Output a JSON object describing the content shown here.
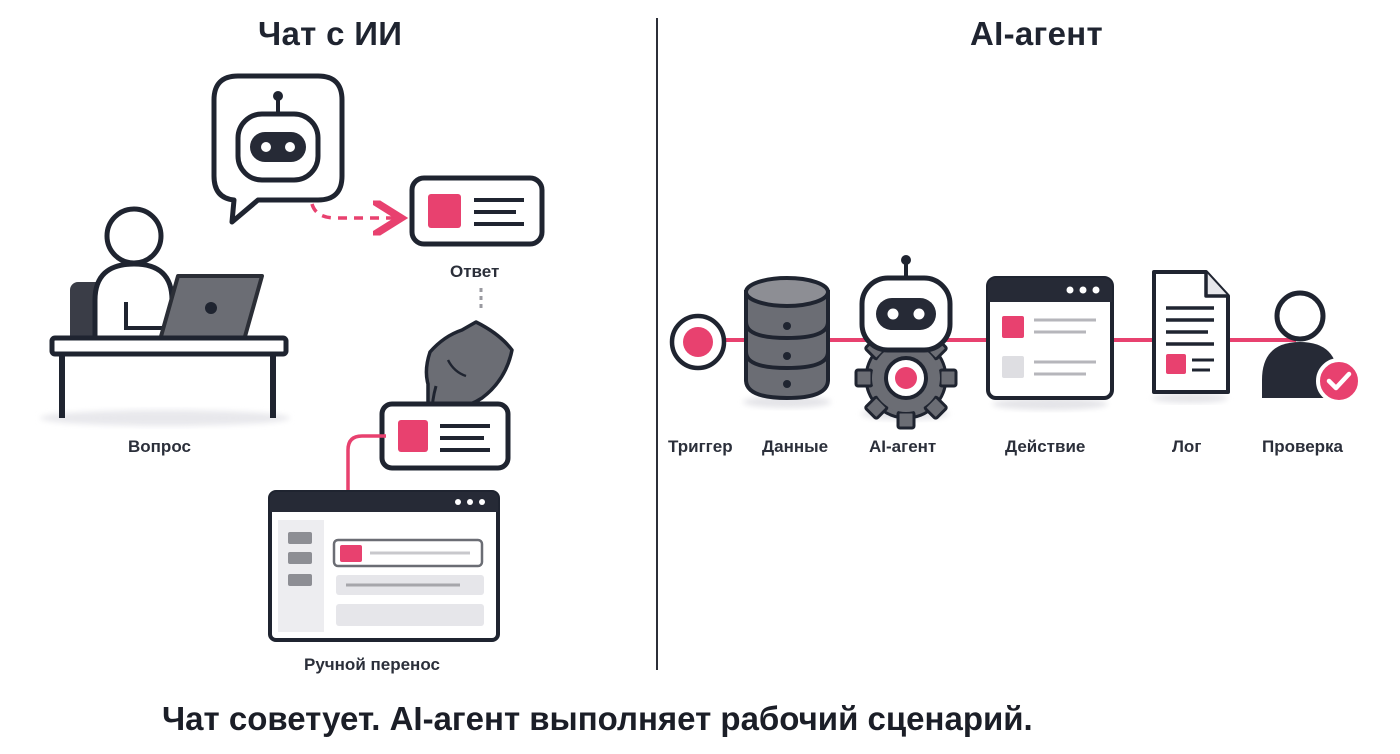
{
  "left": {
    "title": "Чат с ИИ",
    "labels": {
      "question": "Вопрос",
      "answer": "Ответ",
      "manual": "Ручной перенос"
    }
  },
  "right": {
    "title": "AI-агент",
    "steps": [
      "Триггер",
      "Данные",
      "AI-агент",
      "Действие",
      "Лог",
      "Проверка"
    ]
  },
  "caption": "Чат советует. AI-агент выполняет рабочий сценарий.",
  "colors": {
    "accent": "#e8416f",
    "dark": "#262a36",
    "gray": "#6f7179",
    "light": "#e4e4e8"
  },
  "icons": [
    "person-laptop-icon",
    "robot-chat-icon",
    "answer-card-icon",
    "hand-icon",
    "app-window-icon",
    "trigger-icon",
    "database-icon",
    "robot-gear-icon",
    "action-window-icon",
    "log-document-icon",
    "user-check-icon"
  ]
}
